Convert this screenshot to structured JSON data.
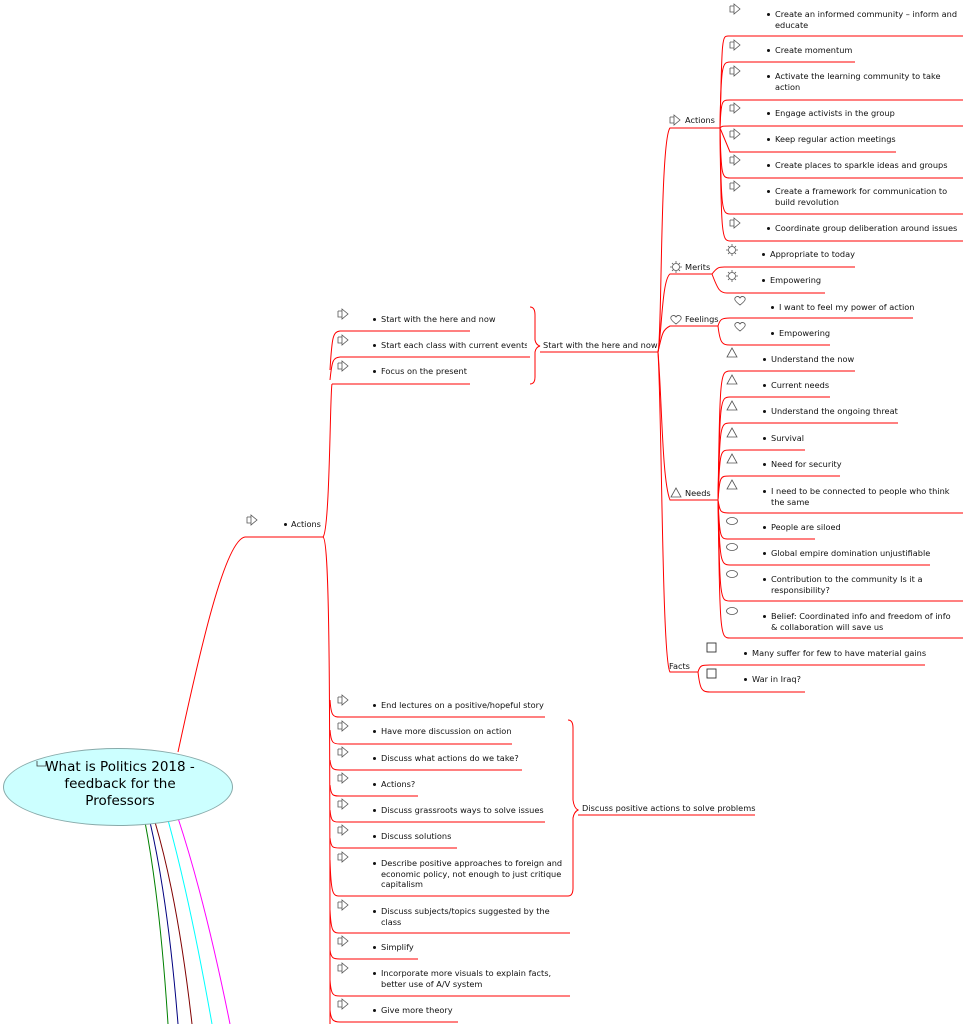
{
  "root": {
    "title": "What is Politics 2018 - feedback for the Professors",
    "icon": "topic-icon"
  },
  "main": {
    "label": "Actions",
    "icon": "arrow-icon"
  },
  "here_now": {
    "label": "Start with the here and now",
    "items": [
      "Start with the here and now",
      "Start each class with current events",
      "Focus on the present"
    ]
  },
  "here_now_children": {
    "actions": {
      "label": "Actions",
      "items": [
        "Create an informed community – inform and educate",
        "Create momentum",
        "Activate the learning community to take action",
        "Engage activists in the group",
        "Keep regular action meetings",
        "Create places to sparkle ideas and groups",
        "Create a framework for communication to build revolution",
        "Coordinate group deliberation around issues"
      ]
    },
    "merits": {
      "label": "Merits",
      "items": [
        "Appropriate to today",
        "Empowering"
      ]
    },
    "feelings": {
      "label": "Feelings",
      "items": [
        "I want to feel my power of action",
        "Empowering"
      ]
    },
    "needs": {
      "label": "Needs",
      "items": [
        "Understand the now",
        "Current needs",
        "Understand the ongoing threat",
        "Survival",
        "Need for security",
        "I need to be connected to people who think the same",
        "People are siloed",
        "Global empire domination unjustifiable",
        "Contribution to the community Is it a responsibility?",
        "Belief: Coordinated info and freedom of info & collaboration will save us"
      ]
    },
    "facts": {
      "label": "Facts",
      "items": [
        "Many suffer for few to have material gains",
        "War in Iraq?"
      ]
    }
  },
  "positive": {
    "label": "Discuss positive actions to solve problems",
    "items": [
      "End lectures on a positive/hopeful story",
      "Have more discussion on action",
      "Discuss what actions do we take?",
      "Actions?",
      "Discuss grassroots ways to solve issues",
      "Discuss solutions",
      "Describe positive approaches to foreign and economic policy, not enough to just critique capitalism"
    ]
  },
  "other_items": [
    "Discuss subjects/topics suggested by the class",
    "Simplify",
    "Incorporate more visuals to explain facts, better use of A/V system",
    "Give more theory"
  ],
  "colors": {
    "branch": "#ff0000",
    "root_fill": "#ccffff",
    "lines": [
      "#008000",
      "#000080",
      "#800000",
      "#00ffff",
      "#ff00ff"
    ]
  }
}
